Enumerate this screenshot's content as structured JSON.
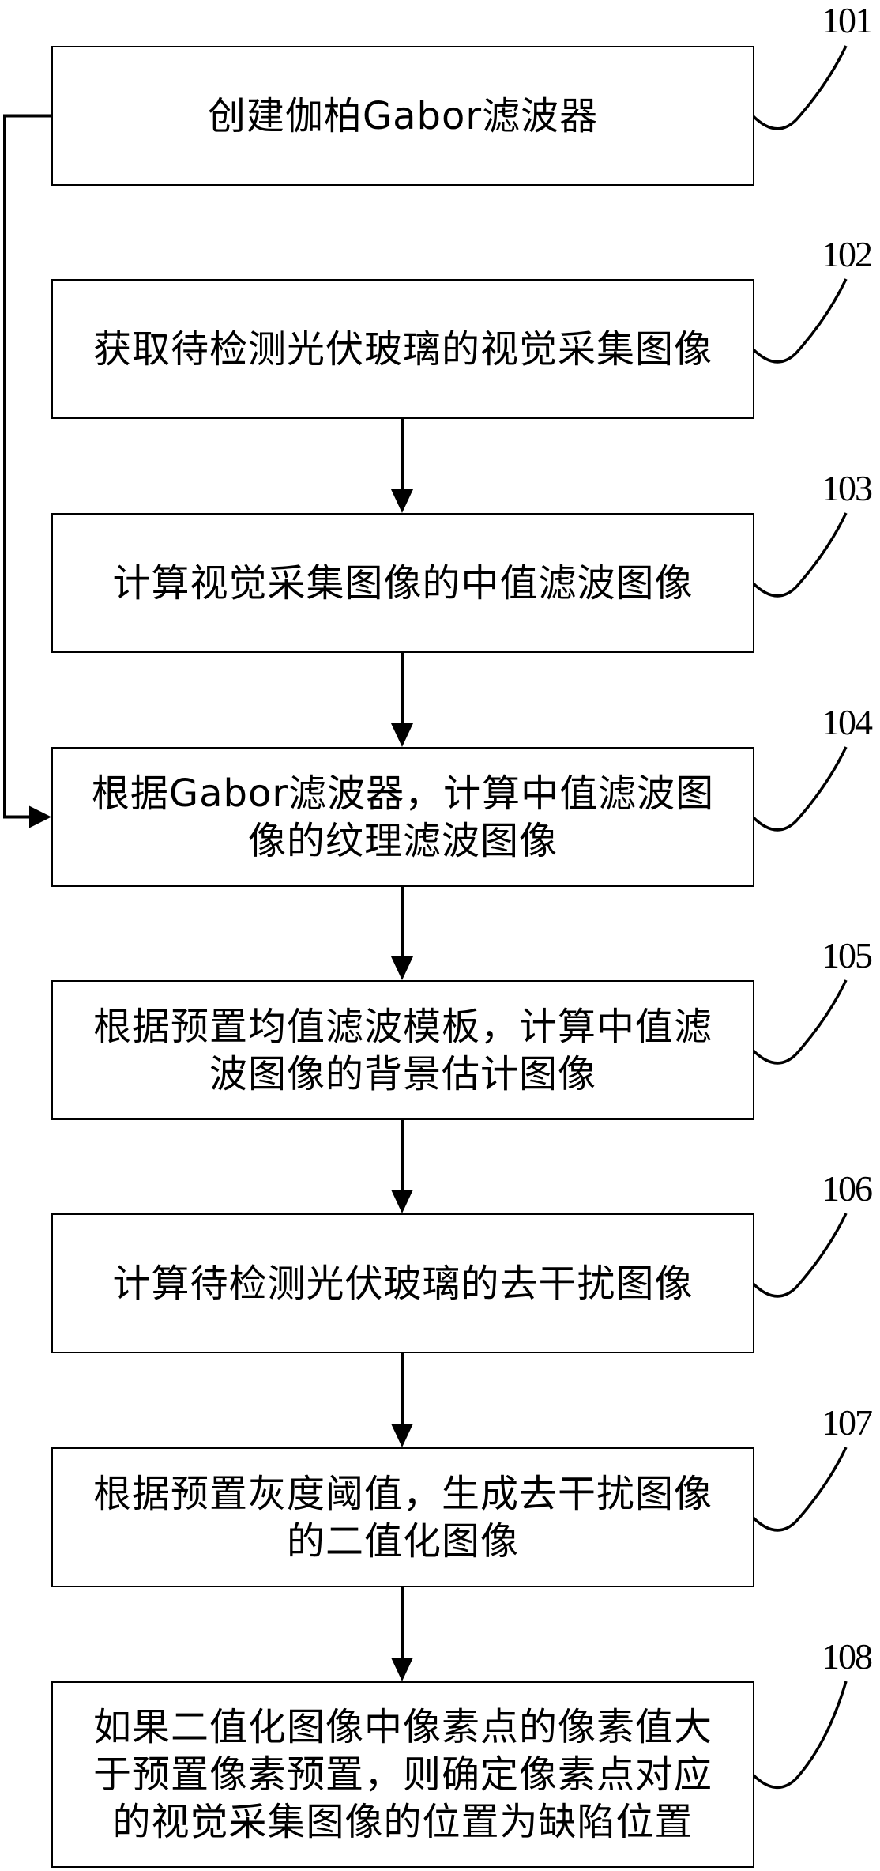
{
  "diagram": {
    "type": "flowchart",
    "steps": [
      {
        "id": "101",
        "text": "创建伽柏Gabor滤波器"
      },
      {
        "id": "102",
        "text": "获取待检测光伏玻璃的视觉采集图像"
      },
      {
        "id": "103",
        "text": "计算视觉采集图像的中值滤波图像"
      },
      {
        "id": "104",
        "text": "根据Gabor滤波器，计算中值滤波图像的纹理滤波图像"
      },
      {
        "id": "105",
        "text": "根据预置均值滤波模板，计算中值滤波图像的背景估计图像"
      },
      {
        "id": "106",
        "text": "计算待检测光伏玻璃的去干扰图像"
      },
      {
        "id": "107",
        "text": "根据预置灰度阈值，生成去干扰图像的二值化图像"
      },
      {
        "id": "108",
        "text": "如果二值化图像中像素点的像素值大于预置像素预置，则确定像素点对应的视觉采集图像的位置为缺陷位置"
      }
    ],
    "edges": [
      {
        "from": "102",
        "to": "103"
      },
      {
        "from": "103",
        "to": "104"
      },
      {
        "from": "104",
        "to": "105"
      },
      {
        "from": "105",
        "to": "106"
      },
      {
        "from": "106",
        "to": "107"
      },
      {
        "from": "107",
        "to": "108"
      },
      {
        "from": "101",
        "to": "104",
        "route": "left-side"
      }
    ],
    "colors": {
      "line": "#000000",
      "background": "#ffffff"
    }
  }
}
